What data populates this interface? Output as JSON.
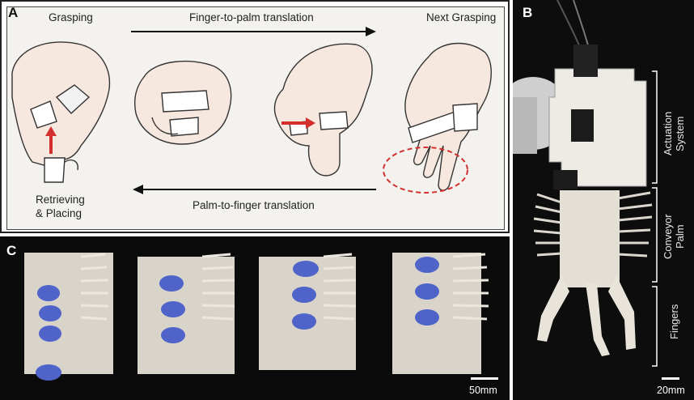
{
  "panels": {
    "a": {
      "letter": "A",
      "labels": {
        "grasping": "Grasping",
        "finger_to_palm": "Finger-to-palm translation",
        "next_grasping": "Next Grasping",
        "retrieving_line1": "Retrieving",
        "retrieving_line2": "& Placing",
        "palm_to_finger": "Palm-to-finger translation"
      }
    },
    "b": {
      "letter": "B",
      "sections": {
        "actuation_line1": "Actuation",
        "actuation_line2": "System",
        "conveyor_line1": "Conveyor",
        "conveyor_line2": "Palm",
        "fingers": "Fingers"
      },
      "scale": "20mm"
    },
    "c": {
      "letter": "C",
      "scale": "50mm"
    }
  },
  "colors": {
    "accent_red": "#d32f2f",
    "photo_bg": "#0d0d0d",
    "sketch_bg": "#f4f2ee",
    "cap_blue": "#4f63c9"
  }
}
